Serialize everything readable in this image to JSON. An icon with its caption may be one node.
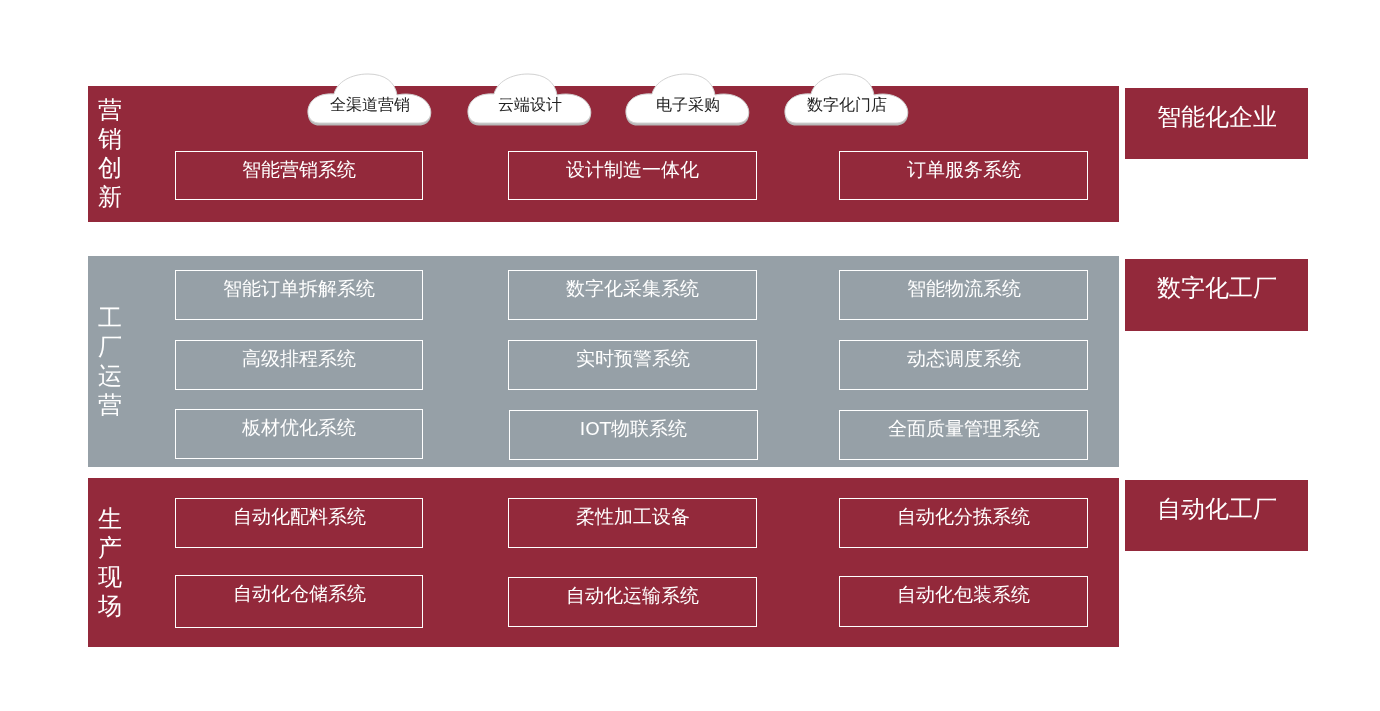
{
  "diagram": {
    "nodes": [
      {
        "text": [
          "营销创新"
        ]
      },
      {
        "text": [
          "全渠道营销"
        ]
      },
      {
        "text": [
          "云端设计"
        ]
      },
      {
        "text": [
          "电子采购"
        ]
      },
      {
        "text": [
          "数字化门店"
        ]
      },
      {
        "text": [
          "智能营销系统"
        ],
        "in": 0
      },
      {
        "text": [
          "设计制造一体化"
        ],
        "in": 0
      },
      {
        "text": [
          "订单服务系统"
        ],
        "in": 0
      },
      {
        "text": [
          "智能化企业"
        ]
      },
      {
        "text": [
          "工厂运营"
        ]
      },
      {
        "text": [
          "智能订单拆解系统"
        ],
        "in": 9
      },
      {
        "text": [
          "数字化采集系统"
        ],
        "in": 9
      },
      {
        "text": [
          "智能物流系统"
        ],
        "in": 9
      },
      {
        "text": [
          "高级排程系统"
        ],
        "in": 9
      },
      {
        "text": [
          "实时预警系统"
        ],
        "in": 9
      },
      {
        "text": [
          "动态调度系统"
        ],
        "in": 9
      },
      {
        "text": [
          "板材优化系统"
        ],
        "in": 9
      },
      {
        "text": [
          "IOT物联系统"
        ],
        "in": 9
      },
      {
        "text": [
          "全面质量管理系统"
        ],
        "in": 9
      },
      {
        "text": [
          "数字化工厂"
        ]
      },
      {
        "text": [
          "生产现场"
        ]
      },
      {
        "text": [
          "自动化配料系统"
        ],
        "in": 20
      },
      {
        "text": [
          "柔性加工设备"
        ],
        "in": 20
      },
      {
        "text": [
          "自动化分拣系统"
        ],
        "in": 20
      },
      {
        "text": [
          "自动化仓储系统"
        ],
        "in": 20
      },
      {
        "text": [
          "自动化运输系统"
        ],
        "in": 20
      },
      {
        "text": [
          "自动化包装系统"
        ],
        "in": 20
      },
      {
        "text": [
          "自动化工厂"
        ]
      }
    ]
  }
}
